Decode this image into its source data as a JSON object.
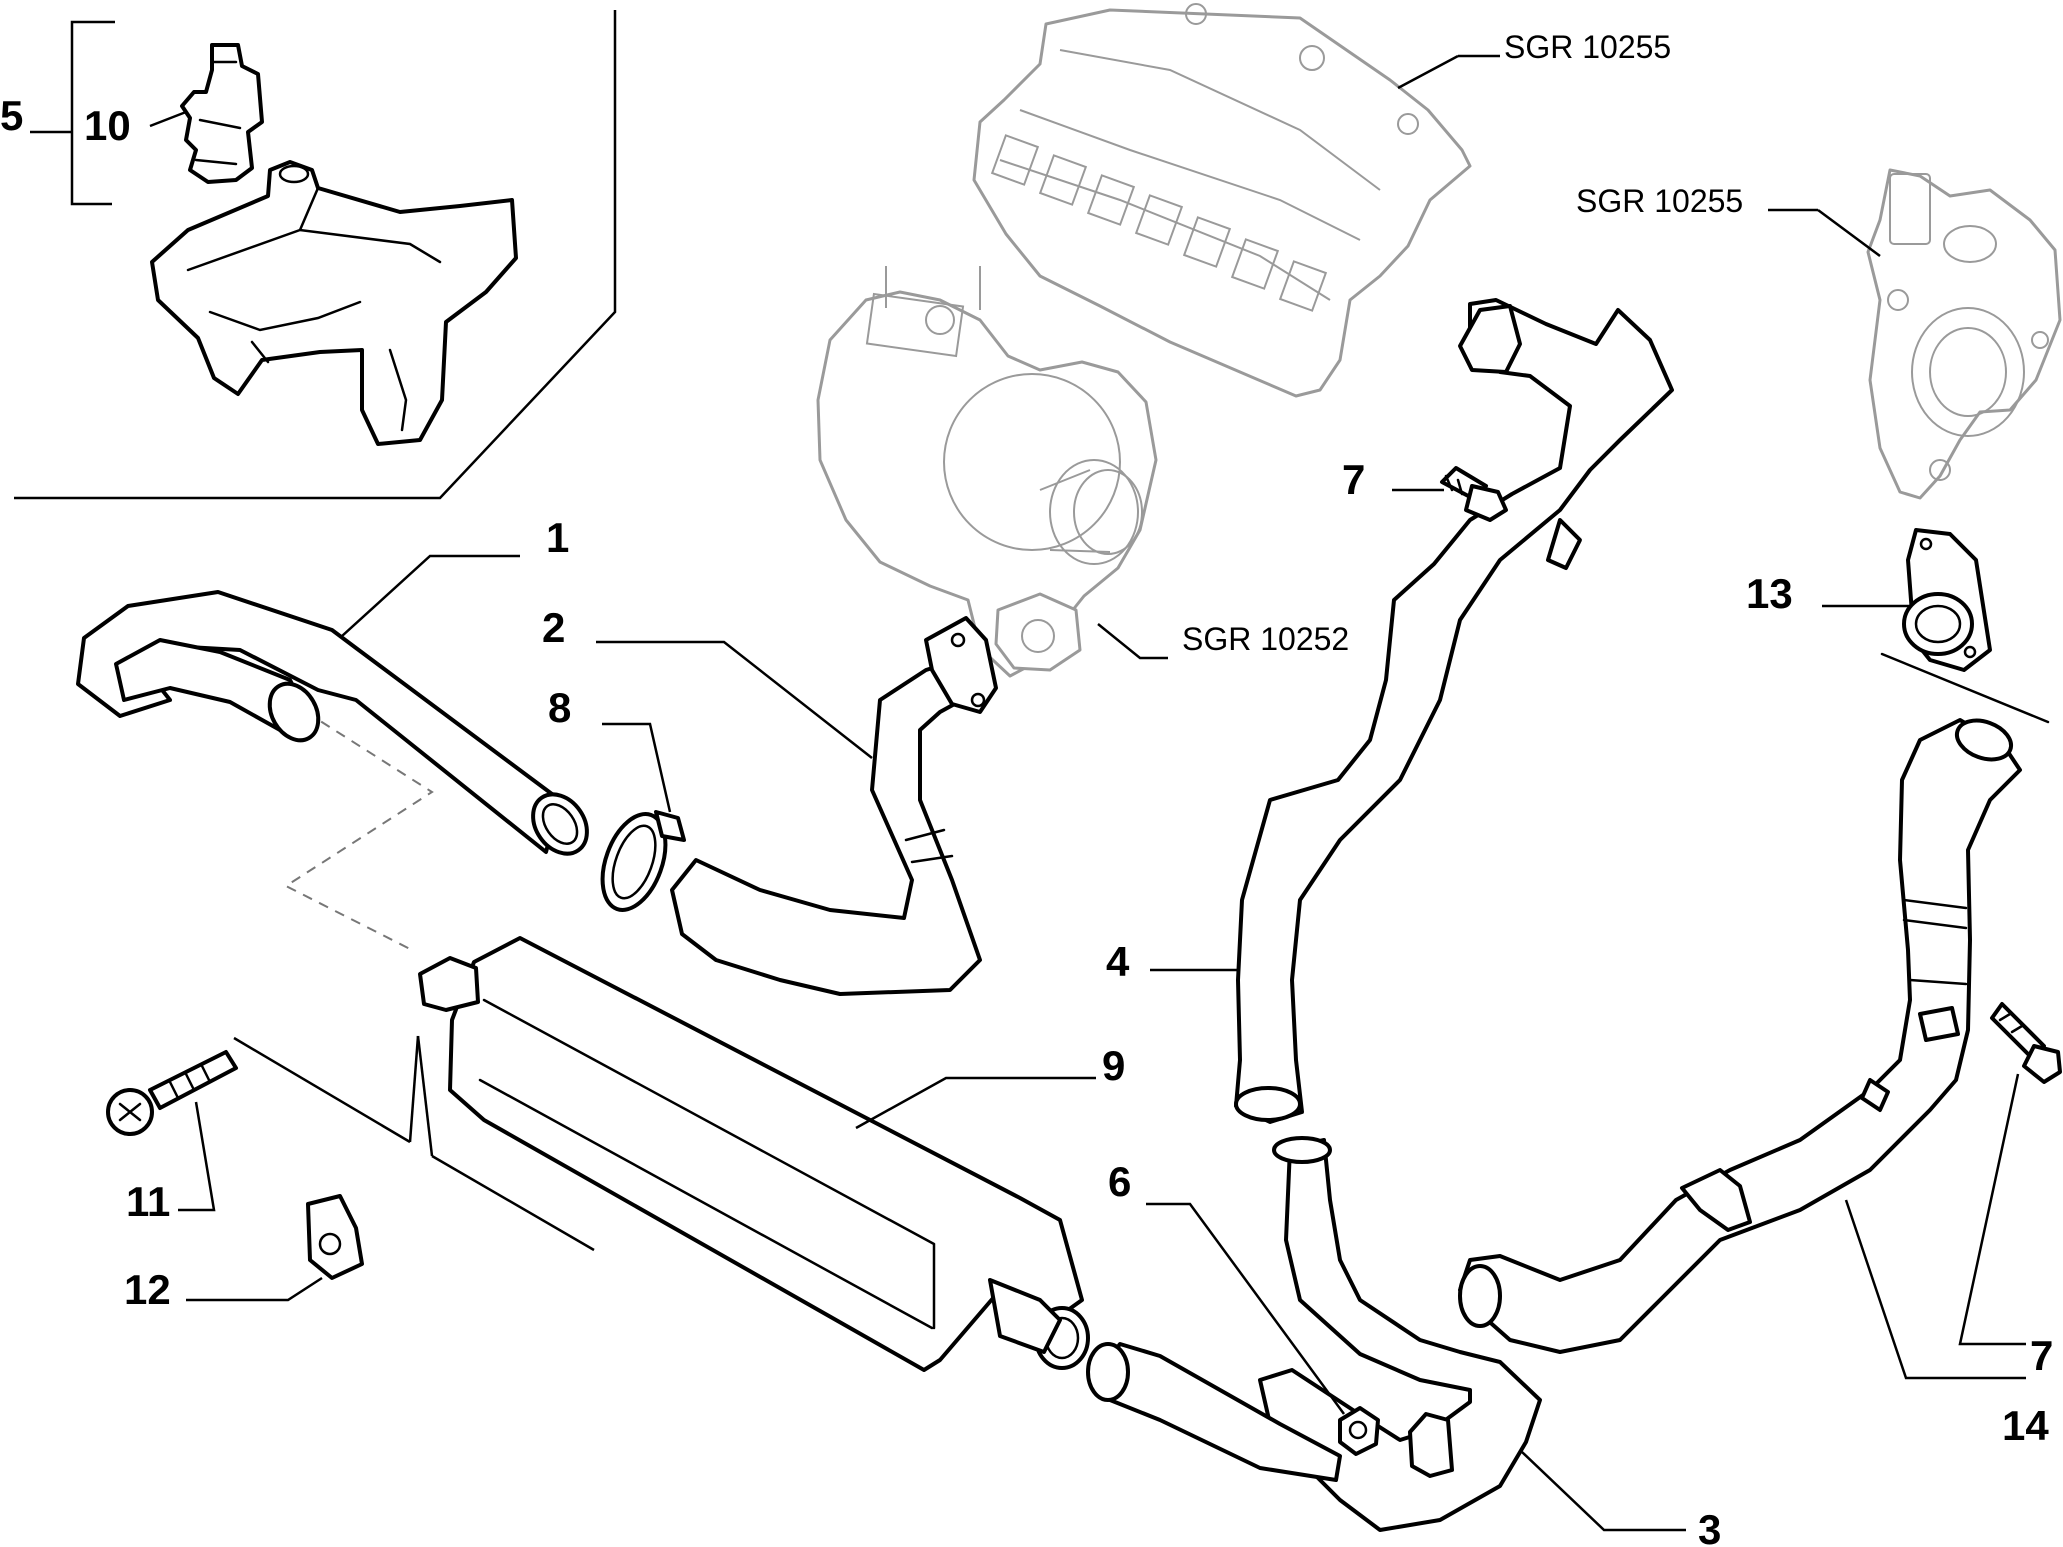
{
  "callouts": {
    "p1": "1",
    "p2": "2",
    "p3": "3",
    "p4": "4",
    "p5": "5",
    "p6": "6",
    "p7a": "7",
    "p7b": "7",
    "p8": "8",
    "p9": "9",
    "p10": "10",
    "p11": "11",
    "p12": "12",
    "p13": "13",
    "p14": "14"
  },
  "references": {
    "manifold": "SGR 10255",
    "throttle_body": "SGR 10255",
    "turbocharger": "SGR 10252"
  },
  "colors": {
    "line": "#000000",
    "grey_part": "#9a9a9a",
    "background": "#ffffff"
  }
}
